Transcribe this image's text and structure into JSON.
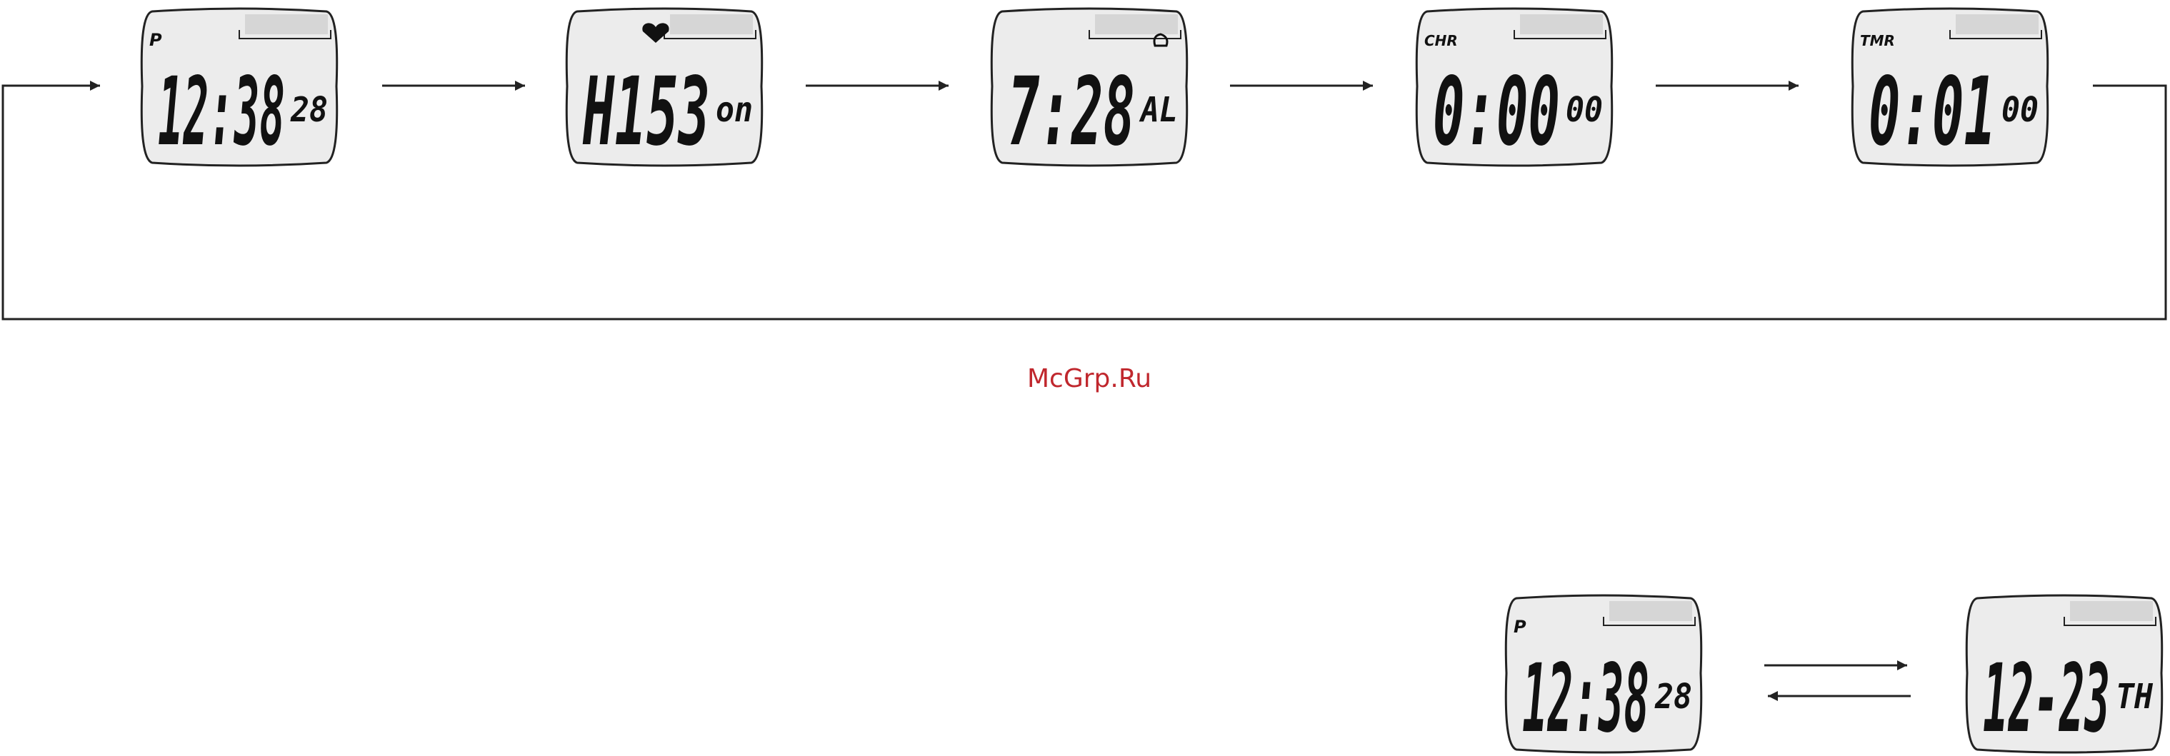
{
  "mode_cycle": [
    {
      "name": "time",
      "indicator": "P",
      "main": "12:38",
      "small": "28",
      "icon": ""
    },
    {
      "name": "heart",
      "indicator": "",
      "main": "H153",
      "small": "on",
      "icon": "heart-icon"
    },
    {
      "name": "alarm",
      "indicator": "",
      "main": "7:28",
      "small": "AL",
      "icon": "bell-icon"
    },
    {
      "name": "chrono",
      "indicator": "CHR",
      "main": "0:00",
      "small": "00",
      "icon": ""
    },
    {
      "name": "timer",
      "indicator": "TMR",
      "main": "0:01",
      "small": "00",
      "icon": ""
    }
  ],
  "toggle_pair": [
    {
      "name": "time",
      "indicator": "P",
      "main": "12:38",
      "small": "28"
    },
    {
      "name": "date",
      "indicator": "",
      "main": "12-23",
      "small": "TH"
    }
  ],
  "watermark": "McGrp.Ru",
  "colors": {
    "line": "#222222",
    "screen_fill": "#ececec",
    "bar_fill": "#d6d6d6",
    "watermark": "#c0272d"
  }
}
